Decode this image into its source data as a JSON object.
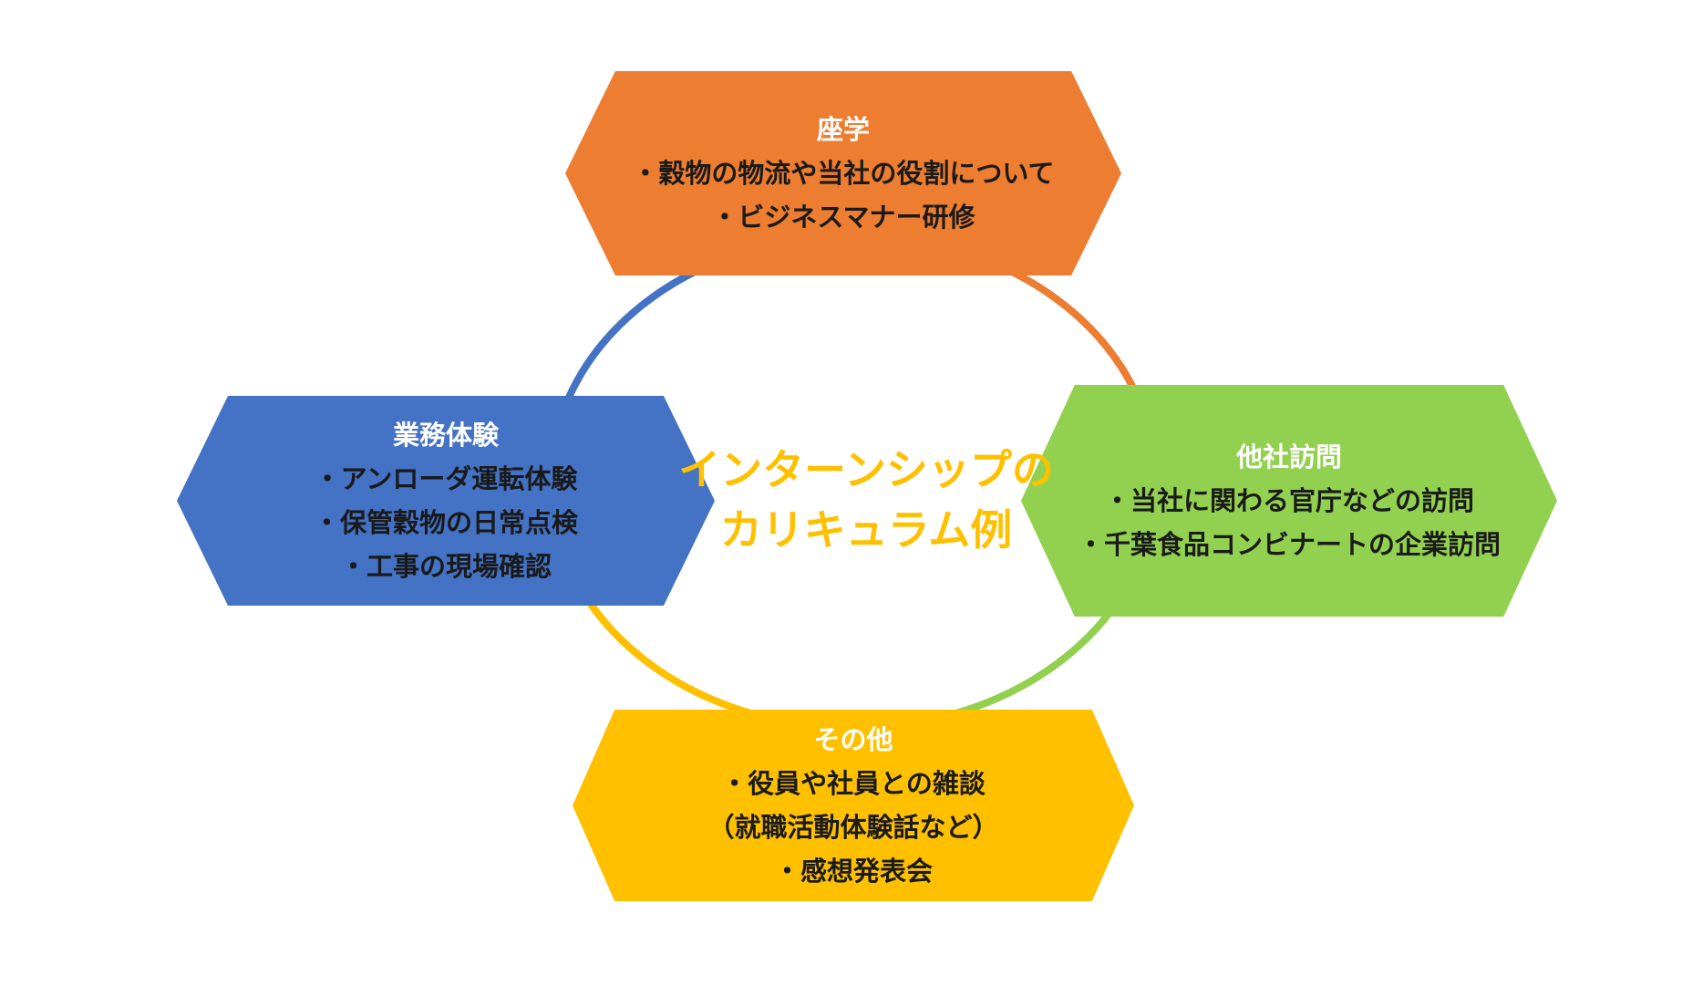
{
  "center_title": {
    "line1": "インターンシップの",
    "line2": "カリキュラム例"
  },
  "hexagons": {
    "top": {
      "title": "座学",
      "items": [
        "・穀物の物流や当社の役割について",
        "・ビジネスマナー研修"
      ],
      "color": "#ed7d31"
    },
    "left": {
      "title": "業務体験",
      "items": [
        "・アンローダ運転体験",
        "・保管穀物の日常点検",
        "・工事の現場確認"
      ],
      "color": "#4472c4"
    },
    "right": {
      "title": "他社訪問",
      "items": [
        "・当社に関わる官庁などの訪問",
        "・千葉食品コンビナートの企業訪問"
      ],
      "color": "#92d050"
    },
    "bottom": {
      "title": "その他",
      "items": [
        "・役員や社員との雑談",
        "（就職活動体験話など）",
        "・感想発表会"
      ],
      "color": "#ffc000"
    }
  },
  "ring_colors": {
    "top_right": "#ed7d31",
    "bottom_right": "#92d050",
    "bottom_left": "#ffc000",
    "top_left": "#4472c4"
  }
}
